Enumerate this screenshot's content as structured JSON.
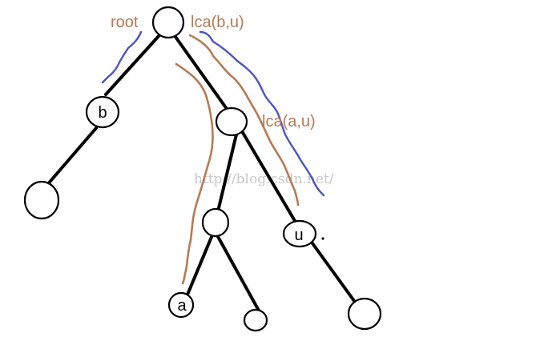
{
  "colors": {
    "brown": "#b77a55",
    "blue": "#4a52c8",
    "edge": "#000000",
    "watermark": "#c8c8c8"
  },
  "nodes": {
    "root": "",
    "b": "b",
    "lca_au": "",
    "b_child": "",
    "mid": "",
    "u": "u",
    "a": "a",
    "mid_child": "",
    "u_child": ""
  },
  "annotations": {
    "root": "root",
    "lca_bu": "lca(b,u)",
    "lca_au": "lca(a,u)"
  },
  "watermark": "http://blog.csdn.net/"
}
